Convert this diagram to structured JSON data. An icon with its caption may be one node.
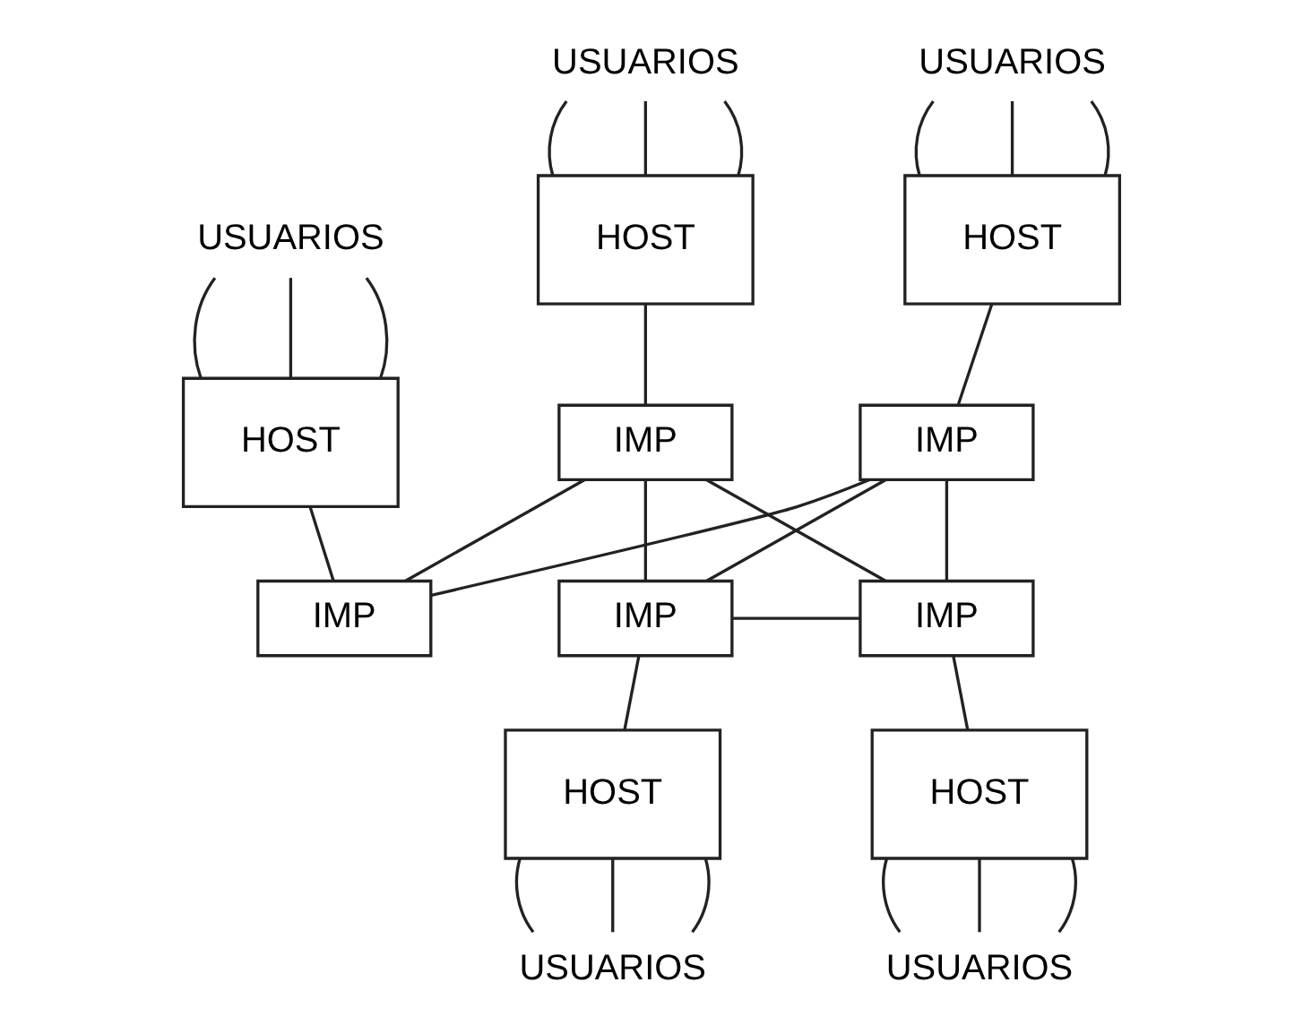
{
  "diagram": {
    "nodes": [
      {
        "text": [
          "USUARIOS"
        ]
      },
      {
        "text": [
          "USUARIOS"
        ]
      },
      {
        "text": [
          "USUARIOS"
        ]
      },
      {
        "text": [
          "HOST"
        ]
      },
      {
        "text": [
          "HOST"
        ]
      },
      {
        "text": [
          "HOST"
        ]
      },
      {
        "text": [
          "IMP"
        ]
      },
      {
        "text": [
          "IMP"
        ]
      },
      {
        "text": [
          "IMP"
        ]
      },
      {
        "text": [
          "IMP"
        ]
      },
      {
        "text": [
          "IMP"
        ]
      },
      {
        "text": [
          "HOST"
        ]
      },
      {
        "text": [
          "HOST"
        ]
      },
      {
        "text": [
          "USUARIOS"
        ]
      },
      {
        "text": [
          "USUARIOS"
        ]
      }
    ],
    "edges": [
      {
        "from": 3,
        "to": 0,
        "arrow": "none"
      },
      {
        "from": 3,
        "to": 0,
        "arrow": "none"
      },
      {
        "from": 3,
        "to": 0,
        "arrow": "none"
      },
      {
        "from": 5,
        "to": 2,
        "arrow": "none"
      },
      {
        "from": 5,
        "to": 2,
        "arrow": "none"
      },
      {
        "from": 5,
        "to": 2,
        "arrow": "none"
      },
      {
        "from": 4,
        "to": 1,
        "arrow": "none"
      },
      {
        "from": 4,
        "to": 1,
        "arrow": "none"
      },
      {
        "from": 4,
        "to": 1,
        "arrow": "none"
      },
      {
        "from": 3,
        "to": 6,
        "arrow": "none"
      },
      {
        "from": 5,
        "to": 8,
        "arrow": "none"
      },
      {
        "from": 4,
        "to": 7,
        "arrow": "none"
      },
      {
        "from": 6,
        "to": 8,
        "arrow": "none"
      },
      {
        "from": 8,
        "to": 7,
        "arrow": "none"
      },
      {
        "from": 6,
        "to": 9,
        "arrow": "none"
      },
      {
        "from": 6,
        "to": 10,
        "arrow": "none"
      },
      {
        "from": 7,
        "to": 9,
        "arrow": "none"
      },
      {
        "from": 7,
        "to": 10,
        "arrow": "none"
      },
      {
        "from": 9,
        "to": 10,
        "arrow": "none"
      },
      {
        "from": 9,
        "to": 11,
        "arrow": "none"
      },
      {
        "from": 10,
        "to": 12,
        "arrow": "none"
      },
      {
        "from": 11,
        "to": 13,
        "arrow": "none"
      },
      {
        "from": 11,
        "to": 13,
        "arrow": "none"
      },
      {
        "from": 11,
        "to": 13,
        "arrow": "none"
      },
      {
        "from": 12,
        "to": 14,
        "arrow": "none"
      },
      {
        "from": 12,
        "to": 14,
        "arrow": "none"
      },
      {
        "from": 12,
        "to": 14,
        "arrow": "none"
      }
    ]
  }
}
